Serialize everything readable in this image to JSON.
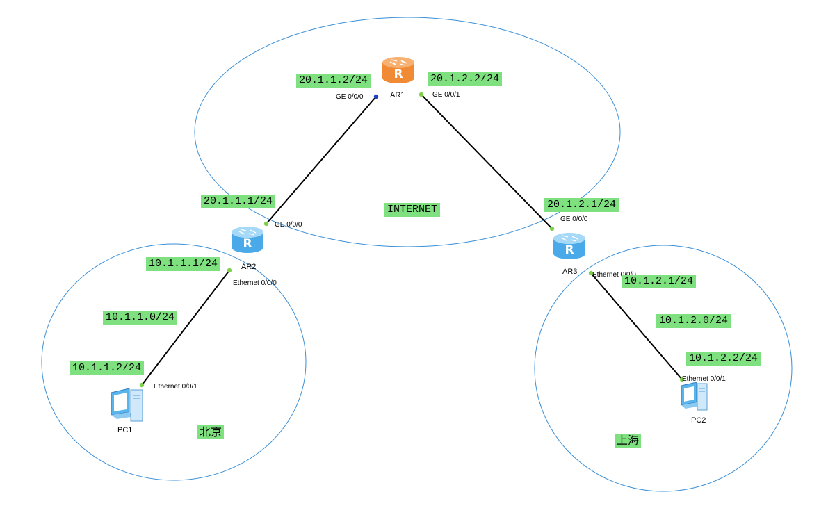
{
  "colors": {
    "ellipse": "#3a8fd6",
    "link": "#000000",
    "label_bg": "#7ee07e",
    "port_up": "#7ed04a",
    "port_active": "#1f3fc8",
    "router_core": "#f08a34",
    "router_edge": "#4aa9e8"
  },
  "regions": {
    "internet": "INTERNET",
    "beijing": "北京",
    "shanghai": "上海"
  },
  "devices": {
    "ar1": {
      "name": "AR1",
      "icon": "router-icon",
      "color": "#f08a34"
    },
    "ar2": {
      "name": "AR2",
      "icon": "router-icon",
      "color": "#4aa9e8"
    },
    "ar3": {
      "name": "AR3",
      "icon": "router-icon",
      "color": "#4aa9e8"
    },
    "pc1": {
      "name": "PC1",
      "icon": "pc-icon"
    },
    "pc2": {
      "name": "PC2",
      "icon": "pc-icon"
    }
  },
  "ports": {
    "ar1_g000": "GE 0/0/0",
    "ar1_g001": "GE 0/0/1",
    "ar2_g000": "GE 0/0/0",
    "ar2_e000": "Ethernet 0/0/0",
    "ar3_g000": "GE 0/0/0",
    "ar3_e000": "Ethernet 0/0/0",
    "pc1_e001": "Ethernet 0/0/1",
    "pc2_e001": "Ethernet 0/0/1"
  },
  "addresses": {
    "ar1_g000": "20.1.1.2/24",
    "ar1_g001": "20.1.2.2/24",
    "ar2_g000": "20.1.1.1/24",
    "ar2_e000": "10.1.1.1/24",
    "net_beijing": "10.1.1.0/24",
    "pc1": "10.1.1.2/24",
    "ar3_g000": "20.1.2.1/24",
    "ar3_e000": "10.1.2.1/24",
    "net_shanghai": "10.1.2.0/24",
    "pc2": "10.1.2.2/24"
  }
}
